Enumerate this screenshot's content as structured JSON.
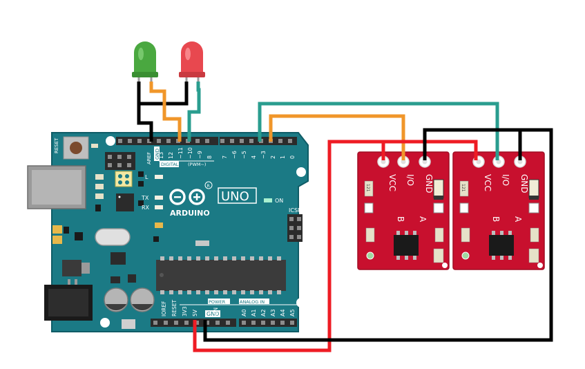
{
  "arduino": {
    "brand": "ARDUINO",
    "model": "UNO",
    "reset_label": "RESET",
    "aref_label": "AREF",
    "gnd_top_label": "GND",
    "digital_label": "DIGITAL",
    "pwm_label": "(PWM~)",
    "digital_pins": [
      "13",
      "12",
      "~11",
      "~10",
      "~9",
      "8",
      "7",
      "~6",
      "~5",
      "4",
      "~3",
      "2",
      "1",
      "0"
    ],
    "led_l": "L",
    "tx": "TX",
    "rx": "RX",
    "on_label": "ON",
    "icsp_label": "ICSP",
    "power_label": "POWER",
    "analog_label": "ANALOG IN",
    "power_pins": [
      "IOREF",
      "RESET",
      "3V3",
      "5V",
      "GND",
      "VIN"
    ],
    "analog_pins": [
      "A0",
      "A1",
      "A2",
      "A3",
      "A4",
      "A5"
    ],
    "registered_mark": "R"
  },
  "touch_modules": [
    {
      "pin_labels": [
        "VCC",
        "I/O",
        "GND"
      ],
      "pad_labels": [
        "B",
        "A"
      ],
      "part_code": "121"
    },
    {
      "pin_labels": [
        "VCC",
        "I/O",
        "GND"
      ],
      "pad_labels": [
        "B",
        "A"
      ],
      "part_code": "121"
    }
  ],
  "colors": {
    "board": "#1b7a85",
    "board_edge": "#0f5c66",
    "module": "#c8102e",
    "wire_black": "#000000",
    "wire_red": "#ee1c24",
    "wire_orange": "#f0962a",
    "wire_teal": "#2a9d8f",
    "led_green": "#4aa840",
    "led_red": "#e8484f"
  }
}
